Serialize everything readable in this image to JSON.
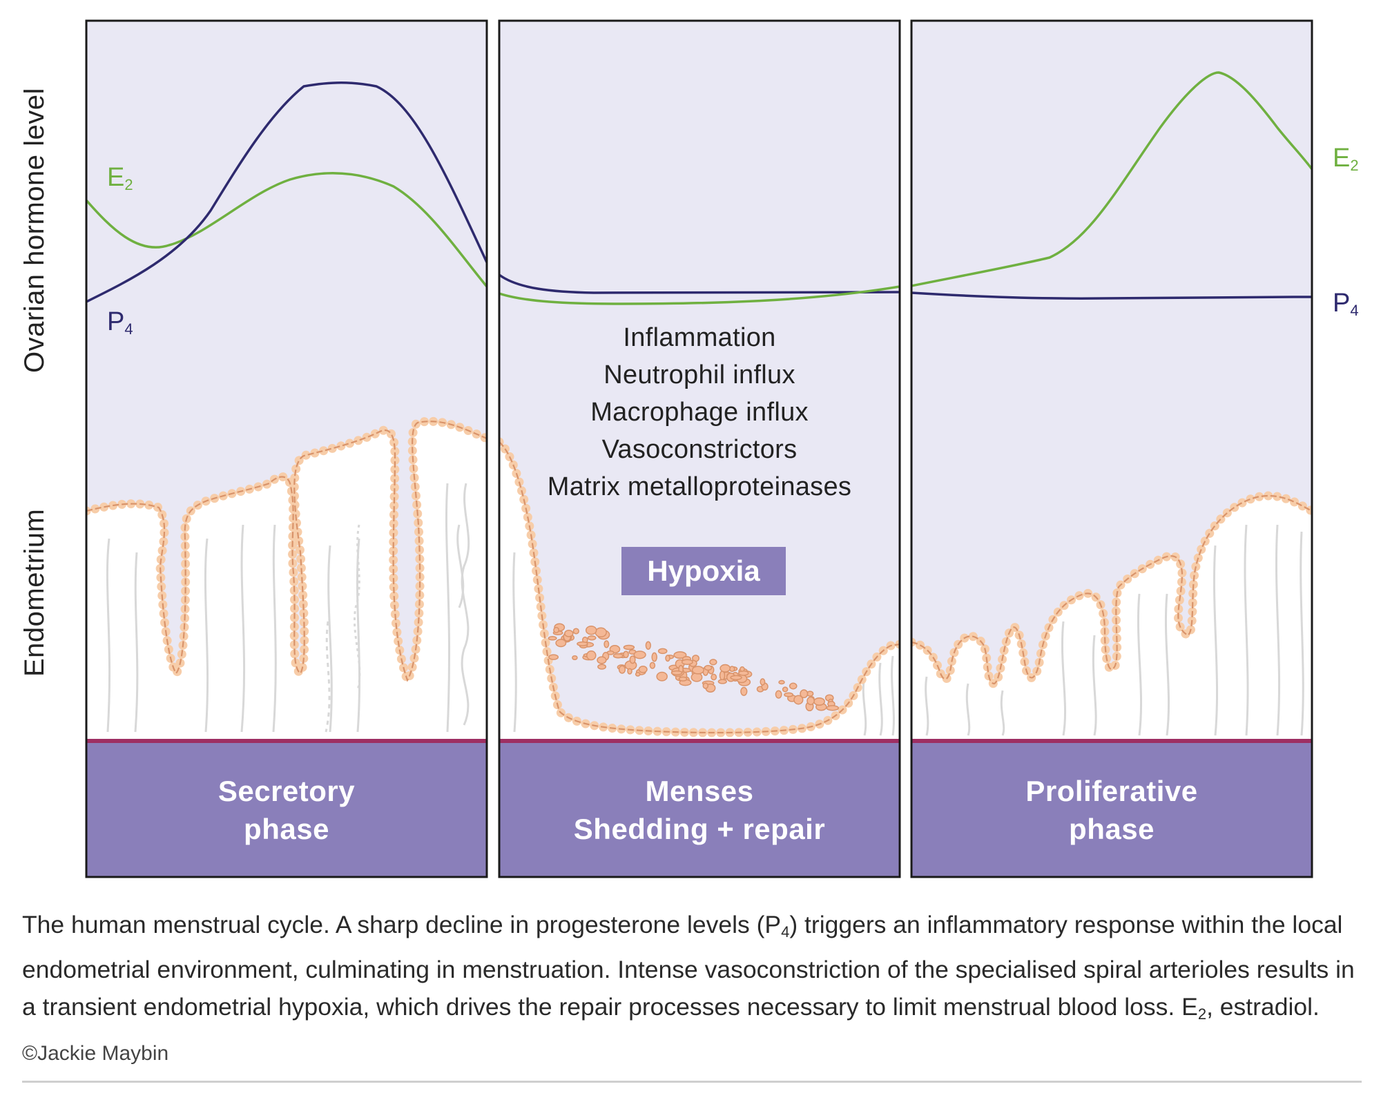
{
  "axis": {
    "hormone_label": "Ovarian hormone level",
    "endometrium_label": "Endometrium"
  },
  "hormones": {
    "e2": {
      "base": "E",
      "sub": "2",
      "color": "#6fb040"
    },
    "p4": {
      "base": "P",
      "sub": "4",
      "color": "#2e2a6e"
    }
  },
  "menses_processes": [
    "Inflammation",
    "Neutrophil influx",
    "Macrophage influx",
    "Vasoconstrictors",
    "Matrix metalloproteinases"
  ],
  "hypoxia_label": "Hypoxia",
  "phases": [
    {
      "line1": "Secretory",
      "line2": "phase"
    },
    {
      "line1": "Menses",
      "line2": "Shedding + repair"
    },
    {
      "line1": "Proliferative",
      "line2": "phase"
    }
  ],
  "caption": {
    "part1": "The human menstrual cycle. A sharp decline in progesterone levels (P",
    "sub1": "4",
    "part2": ") triggers an inflammatory response within the local endometrial environment, culminating in menstruation. Intense vasoconstriction of the specialised spiral arterioles results in a transient endometrial hypoxia, which drives the repair processes necessary to limit menstrual blood loss. E",
    "sub2": "2",
    "part3": ", estradiol.",
    "copyright": "©Jackie Maybin"
  },
  "colors": {
    "panel_bg": "#e9e8f4",
    "phase_band": "#8a7fba",
    "cell_fill": "#f7cda9",
    "cell_stroke": "#d9936a",
    "basal_line": "#9e2f63"
  }
}
